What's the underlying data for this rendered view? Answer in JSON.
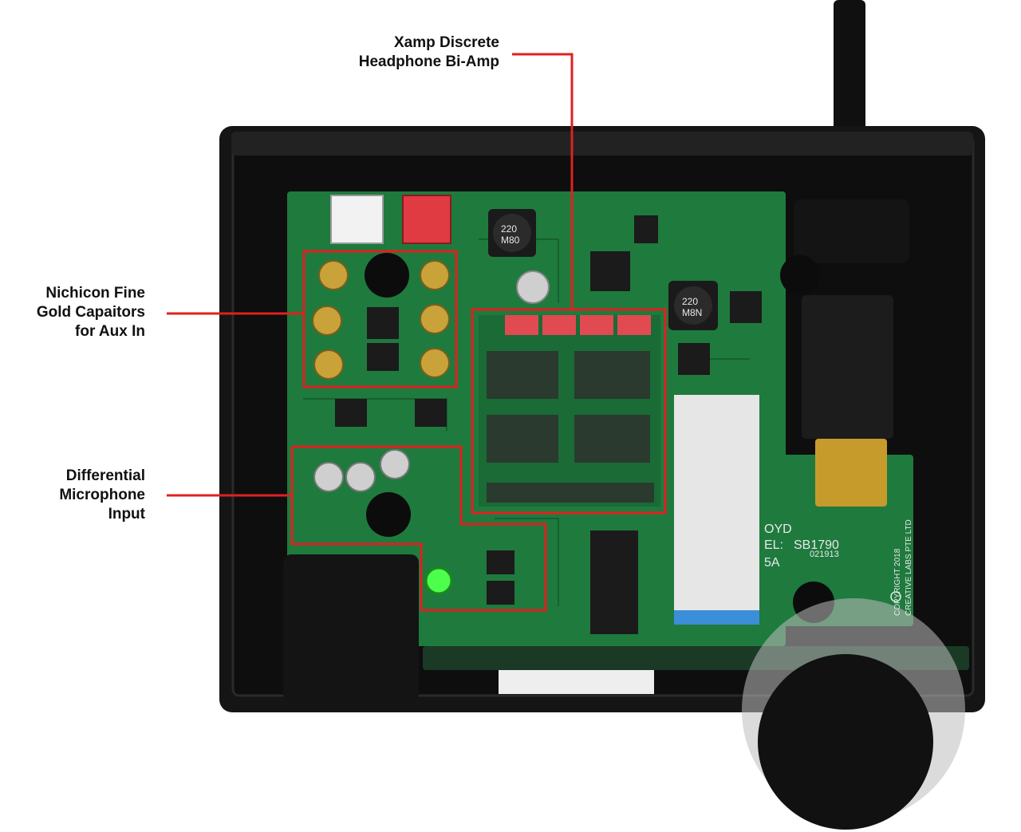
{
  "colors": {
    "background": "#ffffff",
    "callout": "#e02020",
    "pcb": "#1f7a3e",
    "pcb_dark": "#16602f",
    "case": "#151515",
    "case_edge": "#2a2a2a",
    "chip": "#1b1b1b",
    "cap_gold": "#c9a23a",
    "cap_silver": "#cfcfcf",
    "film_cap_red": "#e24a52",
    "ribbon": "#e6e6e6",
    "ribbon_blue": "#3b8fd9",
    "led_green": "#4dff4d",
    "hdmi_gold": "#c79a2c"
  },
  "callouts": [
    {
      "id": "xamp",
      "lines": [
        "Xamp Discrete",
        "Headphone Bi-Amp"
      ]
    },
    {
      "id": "nichicon",
      "lines": [
        "Nichicon Fine",
        "Gold Capaitors",
        "for Aux In"
      ]
    },
    {
      "id": "mic",
      "lines": [
        "Differential",
        "Microphone",
        "Input"
      ]
    }
  ],
  "board_print": {
    "inductor_1": [
      "220",
      "M80"
    ],
    "inductor_2": [
      "220",
      "M8N"
    ],
    "model": "SB1790",
    "partial": [
      "OYD",
      "EL:",
      "5A"
    ],
    "serial": "021913",
    "copyright": [
      "COPYRIGHT 2018",
      "CREATIVE LABS PTE LTD"
    ]
  },
  "icons": {
    "copyright": "copyright-circle-icon",
    "power": "power-cable"
  }
}
